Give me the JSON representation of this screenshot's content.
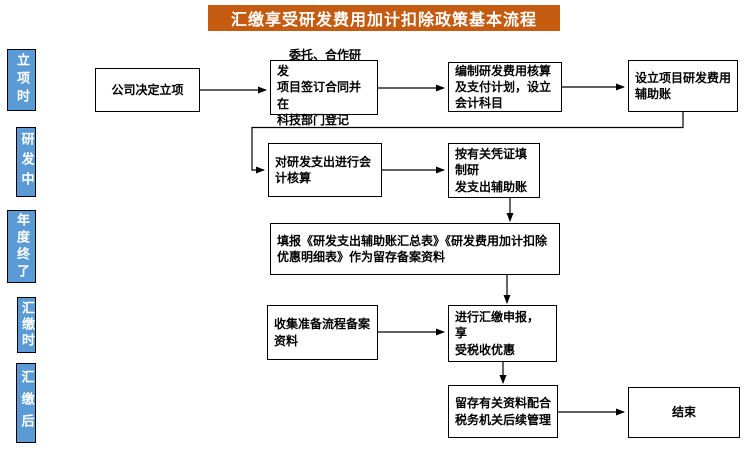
{
  "title": "汇缴享受研发费用加计扣除政策基本流程",
  "colors": {
    "banner-bg": "#C55A11",
    "banner-text": "#FFFFFF",
    "stage-bg": "#5B9BD5",
    "stage-border": "#000000",
    "stage-text": "#FFFFFF",
    "node-bg": "#FFFFFF",
    "node-border": "#000000",
    "node-text": "#000000",
    "connector": "#000000"
  },
  "stages": [
    {
      "label": "立项时"
    },
    {
      "label": "研发中"
    },
    {
      "label": "年度终了"
    },
    {
      "label": "汇缴时"
    },
    {
      "label": "汇缴后"
    }
  ],
  "nodes": [
    {
      "lines": [
        "公司决定立项"
      ]
    },
    {
      "lines": [
        "　委托、合作研发",
        "项目签订合同并在",
        "科技部门登记"
      ]
    },
    {
      "lines": [
        "编制研发费用核算",
        "及支付计划，设立",
        "会计科目"
      ]
    },
    {
      "lines": [
        "设立项目研发费用",
        "辅助账"
      ]
    },
    {
      "lines": [
        "对研发支出进行会",
        "计核算"
      ]
    },
    {
      "lines": [
        "按有关凭证填制研",
        "发支出辅助账"
      ]
    },
    {
      "lines": [
        "填报《研发支出辅助账汇总表》《研发费用加计扣除",
        "优惠明细表》作为留存备案资料"
      ]
    },
    {
      "lines": [
        "收集准备流程备案",
        "资料"
      ]
    },
    {
      "lines": [
        "进行汇缴申报，享",
        "受税收优惠"
      ]
    },
    {
      "lines": [
        "留存有关资料配合",
        "税务机关后续管理"
      ]
    },
    {
      "lines": [
        "结束"
      ]
    }
  ]
}
